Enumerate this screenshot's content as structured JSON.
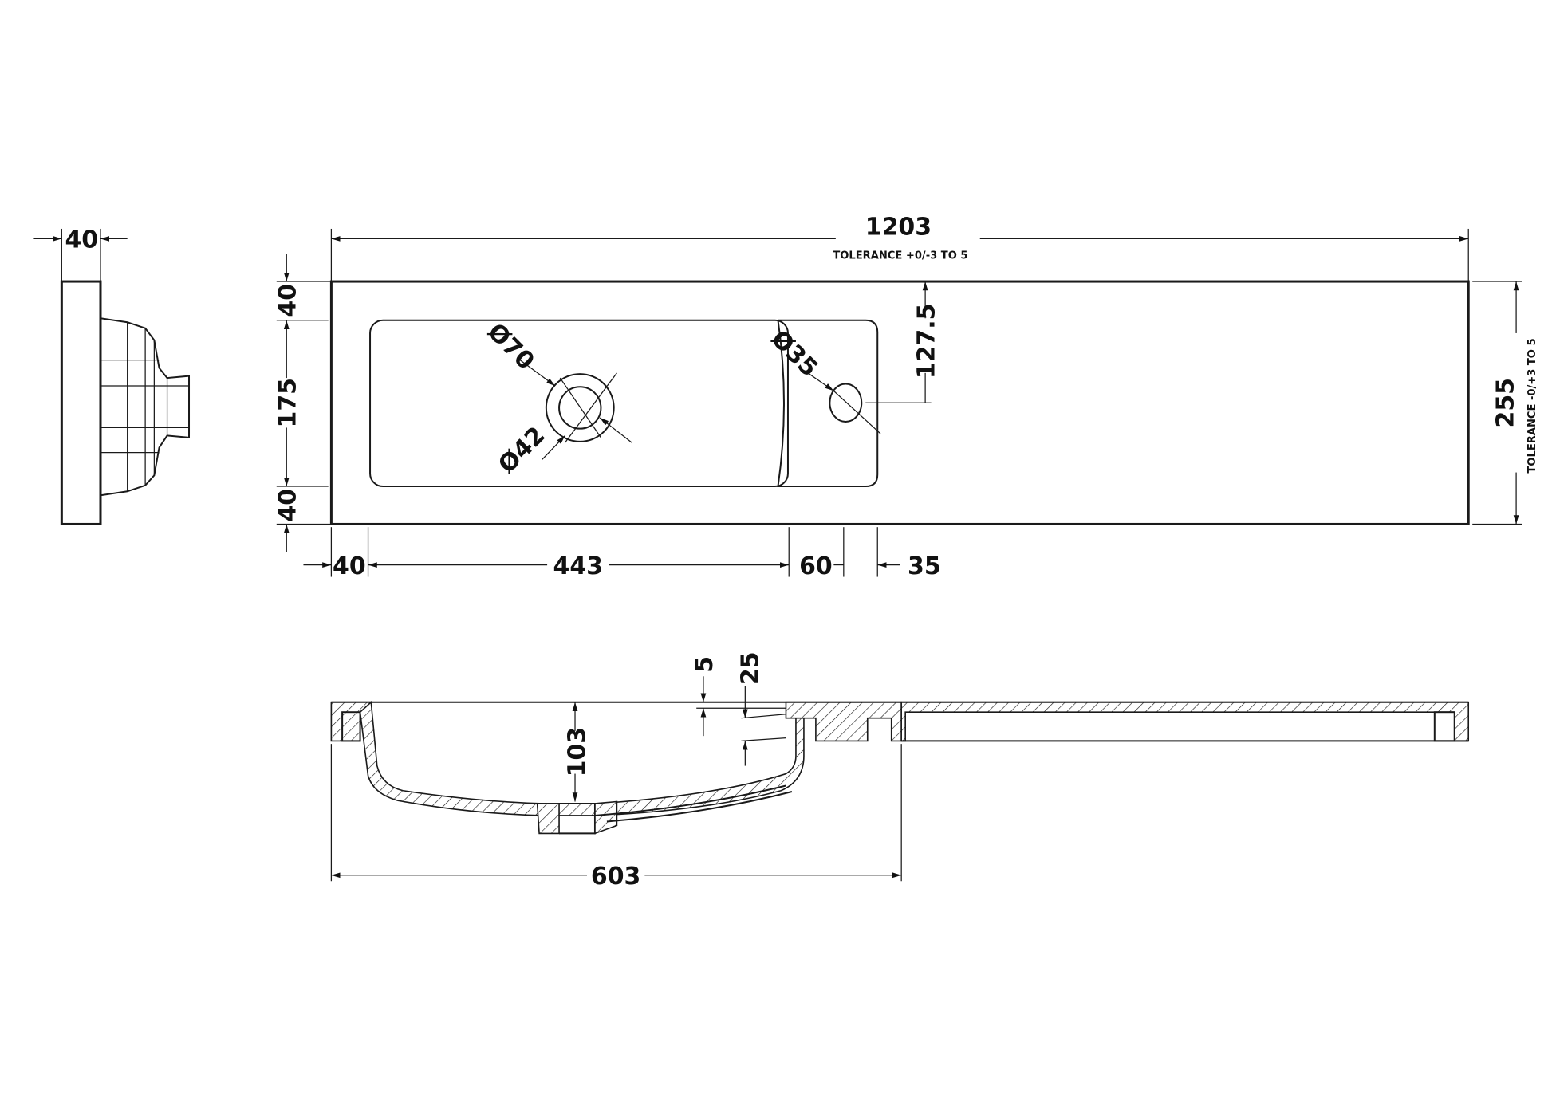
{
  "side_view": {
    "width_label": "40"
  },
  "plan_view": {
    "overall_length": "1203",
    "length_tolerance": "TOLERANCE +0/-3 TO 5",
    "overall_depth": "255",
    "depth_tolerance": "TOLERANCE -0/+3 TO 5",
    "left_top_margin": "40",
    "bowl_depth": "175",
    "left_bottom_margin": "40",
    "tap_offset": "127.5",
    "waste_outer_dia": "Ø70",
    "waste_inner_dia": "Ø42",
    "tap_hole_dia": "Ø35",
    "bottom_dims": [
      "40",
      "443",
      "60",
      "35"
    ]
  },
  "section_view": {
    "rim_thickness": "5",
    "rim_depth": "25",
    "bowl_height": "103",
    "bowl_width": "603"
  },
  "colors": {
    "line": "#1a1a1a",
    "background": "#ffffff"
  }
}
